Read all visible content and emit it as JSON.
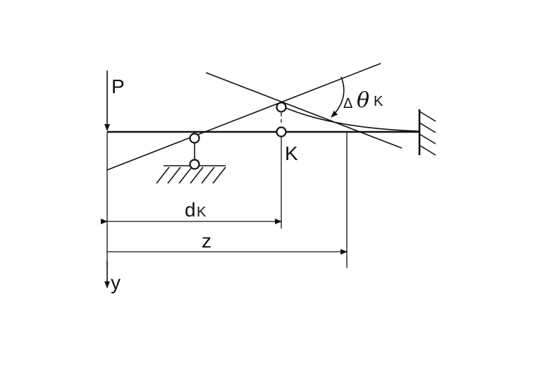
{
  "labels": {
    "load": "P",
    "point": "K",
    "distance_main": "d",
    "distance_sub": "K",
    "coordinate": "z",
    "axis": "y",
    "angle_delta": "Δ",
    "angle_theta": "θ",
    "angle_sub": "K"
  }
}
